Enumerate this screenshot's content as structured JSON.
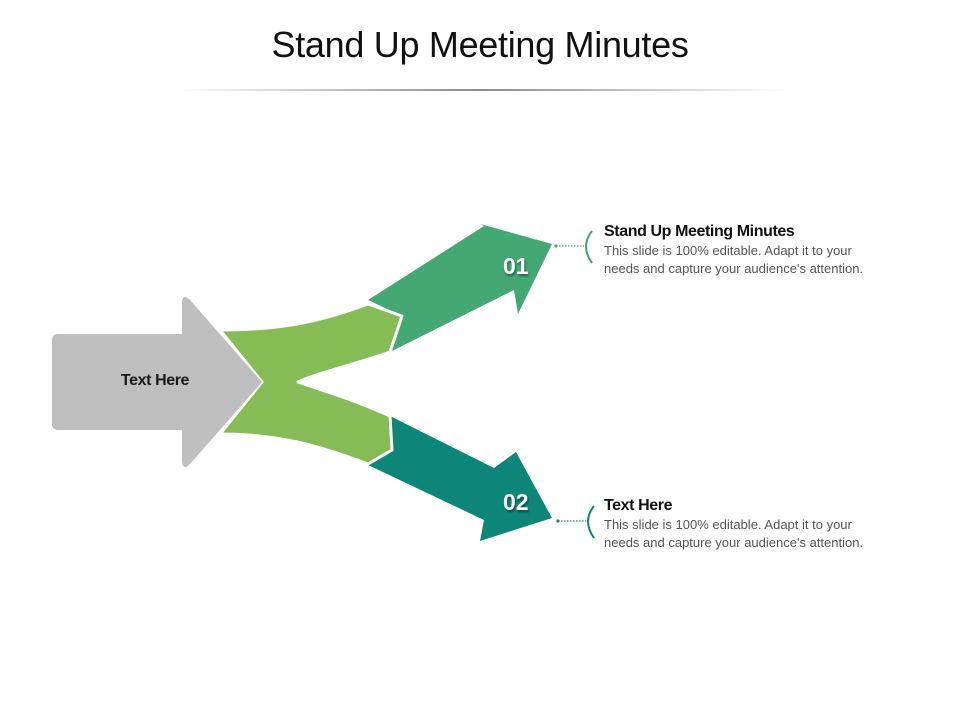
{
  "slide": {
    "title": "Stand Up Meeting Minutes"
  },
  "diagram": {
    "source": {
      "label": "Text Here",
      "color": "#bfbfbf"
    },
    "connector_color": "#86bc55",
    "branches": [
      {
        "number": "01",
        "color": "#43a874",
        "heading": "Stand Up Meeting Minutes",
        "body_line1": "This slide is 100% editable.  Adapt it to your",
        "body_line2": "needs and capture your audience's attention."
      },
      {
        "number": "02",
        "color": "#0d8679",
        "heading": "Text Here",
        "body_line1": "This slide is 100% editable.  Adapt it to your",
        "body_line2": "needs and capture your audience's attention."
      }
    ]
  }
}
